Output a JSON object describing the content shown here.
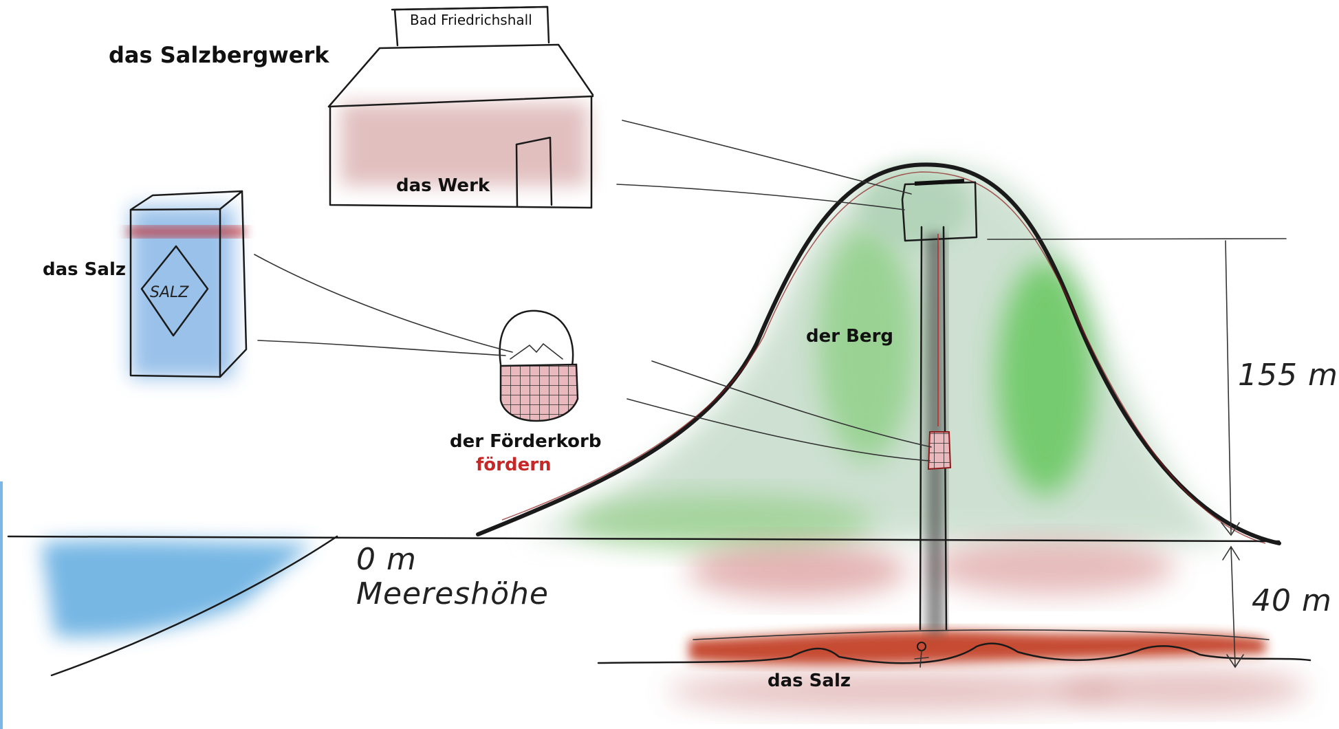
{
  "title": "das Salzbergwerk",
  "sign": "Bad Friedrichshall",
  "labels": {
    "werk": "das Werk",
    "salz_pack": "das Salz",
    "foerderkorb": "der Förderkorb",
    "foerdern": "fördern",
    "berg": "der Berg",
    "salz_layer": "das Salz"
  },
  "package_text": "SALZ",
  "sea_level": {
    "line1": "0 m",
    "line2": "Meereshöhe"
  },
  "measurements": {
    "mountain_height": "155 m",
    "depth": "40 m"
  },
  "colors": {
    "accent_red": "#c62828",
    "salt_layer": "#c0391b",
    "mountain_green": "#5cc24a",
    "mountain_grey_green": "#8fb59b",
    "water_blue": "#4a9fdb",
    "building_tint": "#c98c8c"
  }
}
